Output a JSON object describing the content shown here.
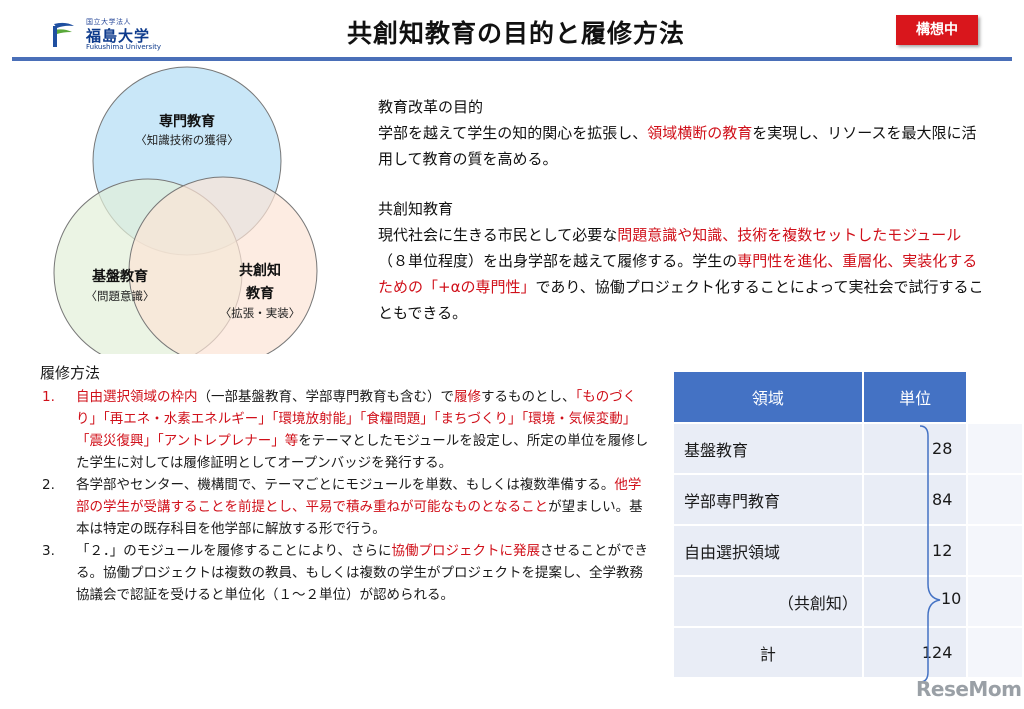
{
  "header": {
    "logo_small": "国立大学法人",
    "logo_main": "福島大学",
    "logo_en": "Fukushima University",
    "title": "共創知教育の目的と履修方法",
    "badge": "構想中",
    "accent_color": "#4a6fb8",
    "badge_color": "#d9161c"
  },
  "venn": {
    "top": {
      "label": "専門教育",
      "sub": "〈知識技術の獲得〉",
      "color": "#bfe3f7"
    },
    "left": {
      "label": "基盤教育",
      "sub": "〈問題意識〉",
      "color": "#e2efd9"
    },
    "right": {
      "label1": "共創知",
      "label2": "教育",
      "sub": "〈拡張・実装〉",
      "color": "#fce4d6"
    }
  },
  "purpose": {
    "heading": "教育改革の目的",
    "t1": "学部を越えて学生の知的関心を拡張し、",
    "t2": "領域横断の教育",
    "t3": "を実現し、リソースを最大限に活用して教育の質を高める。"
  },
  "kyoso": {
    "heading": "共創知教育",
    "t1": "現代社会に生きる市民として必要な",
    "t2": "問題意識や知識、技術を複数セットしたモジュール",
    "t3": "（８単位程度）を出身学部を越えて履修する。学生の",
    "t4": "専門性を進化、重層化、実装化するための「+αの専門性」",
    "t5": "であり、協働プロジェクト化することによって実社会で試行することもできる。"
  },
  "method": {
    "heading": "履修方法",
    "item1": {
      "num": "1.",
      "a": "自由選択領域の枠内",
      "b": "（一部基盤教育、学部専門教育も含む）で",
      "c": "履修",
      "d": "するものとし、",
      "e": "「ものづくり」「再エネ・水素エネルギー」「環境放射能」「食糧問題」「まちづくり」「環境・気候変動」「震災復興」「アントレプレナー」等",
      "f": "をテーマとしたモジュールを設定し、所定の単位を履修した学生に対しては履修証明としてオープンバッジを発行する。"
    },
    "item2": {
      "num": "2.",
      "a": "各学部やセンター、機構間で、テーマごとにモジュールを単数、もしくは複数準備する。",
      "b": "他学部の学生が受講することを前提とし、平易で積み重ねが可能なものとなること",
      "c": "が望ましい。基本は特定の既存科目を他学部に解放する形で行う。"
    },
    "item3": {
      "num": "3.",
      "a": "「２．」のモジュールを履修することにより、さらに",
      "b": "協働プロジェクトに発展",
      "c": "させることができる。協働プロジェクトは複数の教員、もしくは複数の学生がプロジェクトを提案し、全学教務協議会で認証を受けると単位化（１～２単位）が認められる。"
    }
  },
  "table": {
    "headers": {
      "domain": "領域",
      "credits": "単位"
    },
    "rows": [
      {
        "domain": "基盤教育",
        "credits": "28"
      },
      {
        "domain": "学部専門教育",
        "credits": "84"
      },
      {
        "domain": "自由選択領域",
        "credits": "12"
      },
      {
        "domain": "（共創知）",
        "credits": ""
      },
      {
        "domain": "計",
        "credits": "124"
      }
    ],
    "brace_value": "10"
  },
  "watermark": "ReseMom"
}
